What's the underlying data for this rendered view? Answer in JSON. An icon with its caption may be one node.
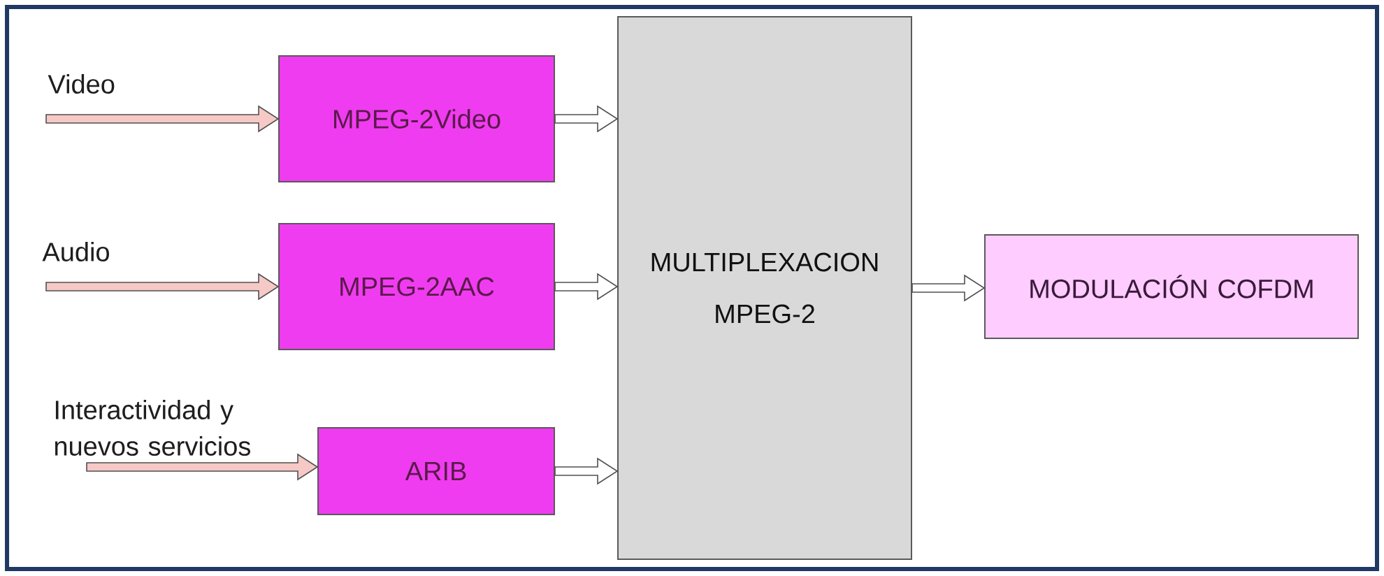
{
  "diagram": {
    "nodes": [
      {
        "text": [
          "MPEG-2Video"
        ]
      },
      {
        "text": [
          "MPEG-2AAC"
        ]
      },
      {
        "text": [
          "ARIB"
        ]
      },
      {
        "text": [
          "MULTIPLEXACION",
          "MPEG-2"
        ]
      },
      {
        "text": [
          "MODULACIÓN COFDM"
        ]
      }
    ],
    "edges": [
      {
        "from": null,
        "to": 0,
        "arrow": "to",
        "label": "Video",
        "color": "#f6c9c6"
      },
      {
        "from": null,
        "to": 1,
        "arrow": "to",
        "label": "Audio",
        "color": "#f6c9c6"
      },
      {
        "from": null,
        "to": 2,
        "arrow": "to",
        "label": "Interactividad y nuevos servicios",
        "color": "#f6c9c6"
      },
      {
        "from": 0,
        "to": 3,
        "arrow": "to"
      },
      {
        "from": 1,
        "to": 3,
        "arrow": "to"
      },
      {
        "from": 2,
        "to": 3,
        "arrow": "to"
      },
      {
        "from": 3,
        "to": 4,
        "arrow": "to"
      }
    ]
  }
}
